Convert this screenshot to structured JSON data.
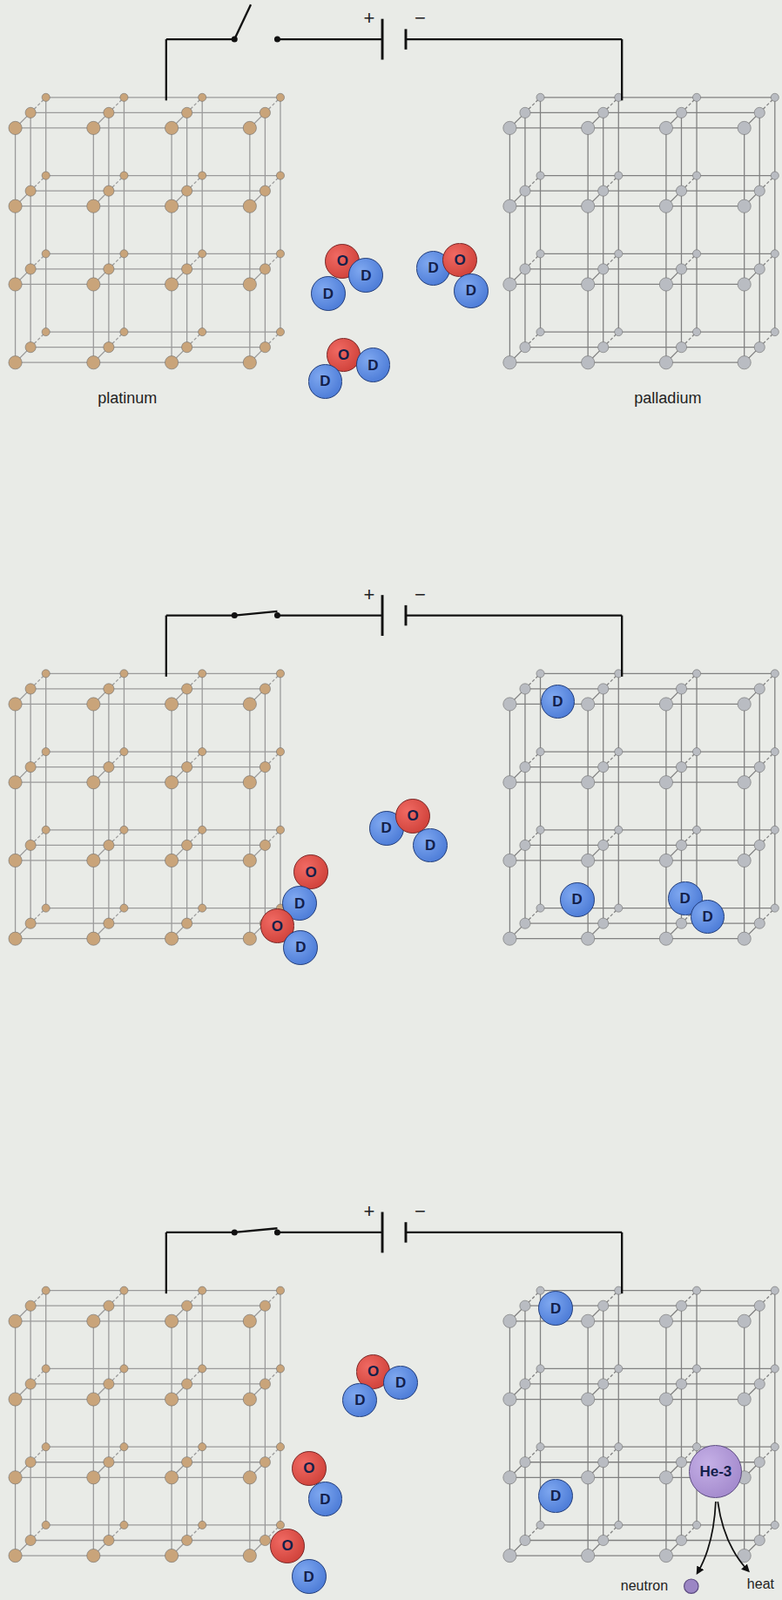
{
  "diagram": {
    "nodes": [
      {
        "text": [
          "O"
        ]
      },
      {
        "text": [
          "D"
        ]
      },
      {
        "text": [
          "D"
        ]
      },
      {
        "text": [
          "D"
        ]
      },
      {
        "text": [
          "O"
        ]
      },
      {
        "text": [
          "D"
        ]
      },
      {
        "text": [
          "O"
        ]
      },
      {
        "text": [
          "D"
        ]
      },
      {
        "text": [
          "D"
        ]
      },
      {
        "text": [
          "D"
        ]
      },
      {
        "text": [
          "D"
        ]
      },
      {
        "text": [
          "O"
        ]
      },
      {
        "text": [
          "D"
        ]
      },
      {
        "text": [
          "O"
        ]
      },
      {
        "text": [
          "D"
        ]
      },
      {
        "text": [
          "D"
        ]
      },
      {
        "text": [
          "D"
        ]
      },
      {
        "text": [
          "D"
        ]
      },
      {
        "text": [
          "O"
        ]
      },
      {
        "text": [
          "D"
        ]
      },
      {
        "text": [
          "D"
        ]
      },
      {
        "text": [
          "O"
        ]
      },
      {
        "text": [
          "D"
        ]
      },
      {
        "text": [
          "D"
        ]
      },
      {
        "text": [
          "O"
        ]
      },
      {
        "text": [
          "D"
        ]
      },
      {
        "text": [
          "D"
        ]
      },
      {
        "text": [
          "He-3"
        ]
      },
      {
        "text": [
          "O"
        ]
      },
      {
        "text": [
          "D"
        ]
      }
    ],
    "labels": [
      "+",
      "−",
      "+",
      "−",
      "+",
      "−",
      "platinum",
      "palladium",
      "neutron",
      "heat"
    ]
  }
}
